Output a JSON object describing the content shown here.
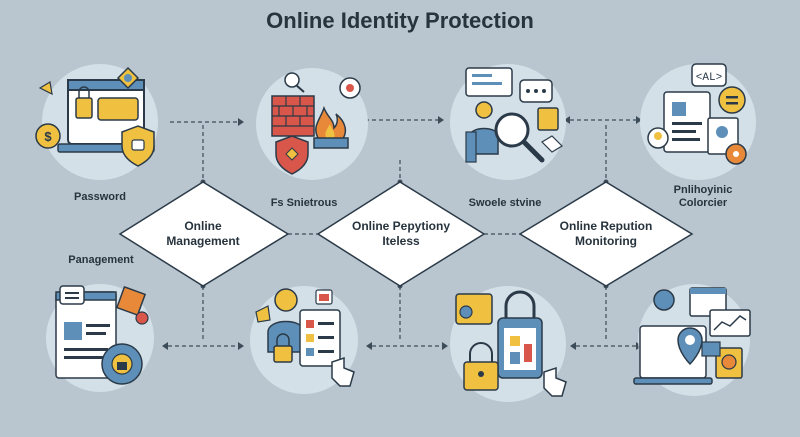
{
  "title": "Online Identity Protection",
  "labels": {
    "password": "Password",
    "firewall": "Fs Snietrous",
    "social": "Swoele stvine",
    "privacy": "Pnlihoyinic\nColorcier",
    "panagement": "Panagement"
  },
  "diamonds": {
    "d1": "Online\nManagement",
    "d2": "Online Pepytiony\nIteless",
    "d3": "Online Repution\nMonitoring"
  },
  "colors": {
    "background": "#b9c6cf",
    "accent_yellow": "#f0c040",
    "accent_orange": "#e8893a",
    "accent_red": "#d9574a",
    "accent_blue": "#5d8fb8",
    "outline": "#2b3a48"
  }
}
